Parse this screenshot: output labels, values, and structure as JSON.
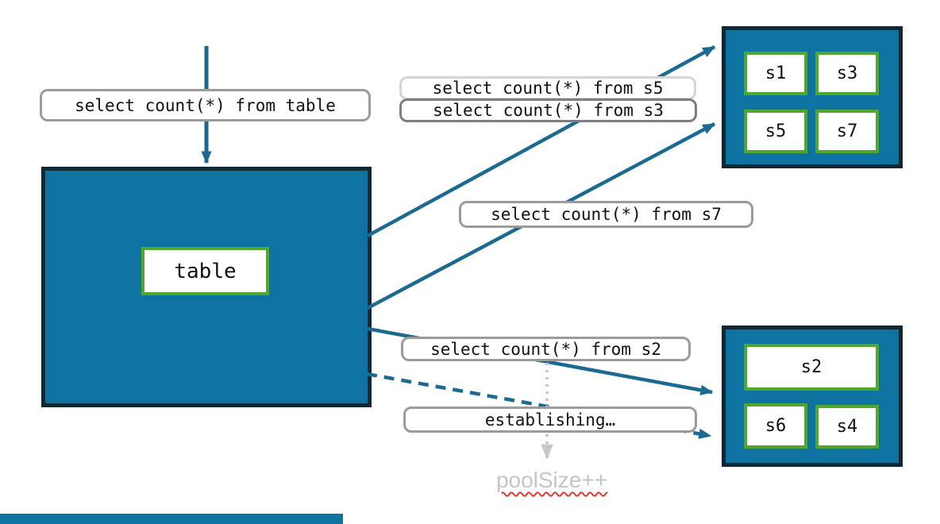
{
  "labels": {
    "query_table": "select count(*) from table",
    "query_s5": "select count(*) from s5",
    "query_s3": "select count(*) from s3",
    "query_s7": "select count(*) from s7",
    "query_s2": "select count(*) from s2",
    "establishing": "establishing…",
    "pool_size": "poolSize++"
  },
  "table_box": {
    "label": "table"
  },
  "shard_groups": {
    "top": [
      "s1",
      "s3",
      "s5",
      "s7"
    ],
    "bottom": [
      "s2",
      "s6",
      "s4"
    ]
  },
  "colors": {
    "box_fill": "#0f73a1",
    "box_border": "#0e2836",
    "cell_border": "#4ea72e",
    "arrow": "#1a6a92",
    "label_border": "#9b9b9b",
    "label_border_light": "#d5d5d5",
    "label_border_dark": "#7e7e7e",
    "muted_arrow": "#c8c8c8",
    "muted_text": "#c5c5c5",
    "squiggle": "#dd3a2e",
    "text": "#111111"
  }
}
